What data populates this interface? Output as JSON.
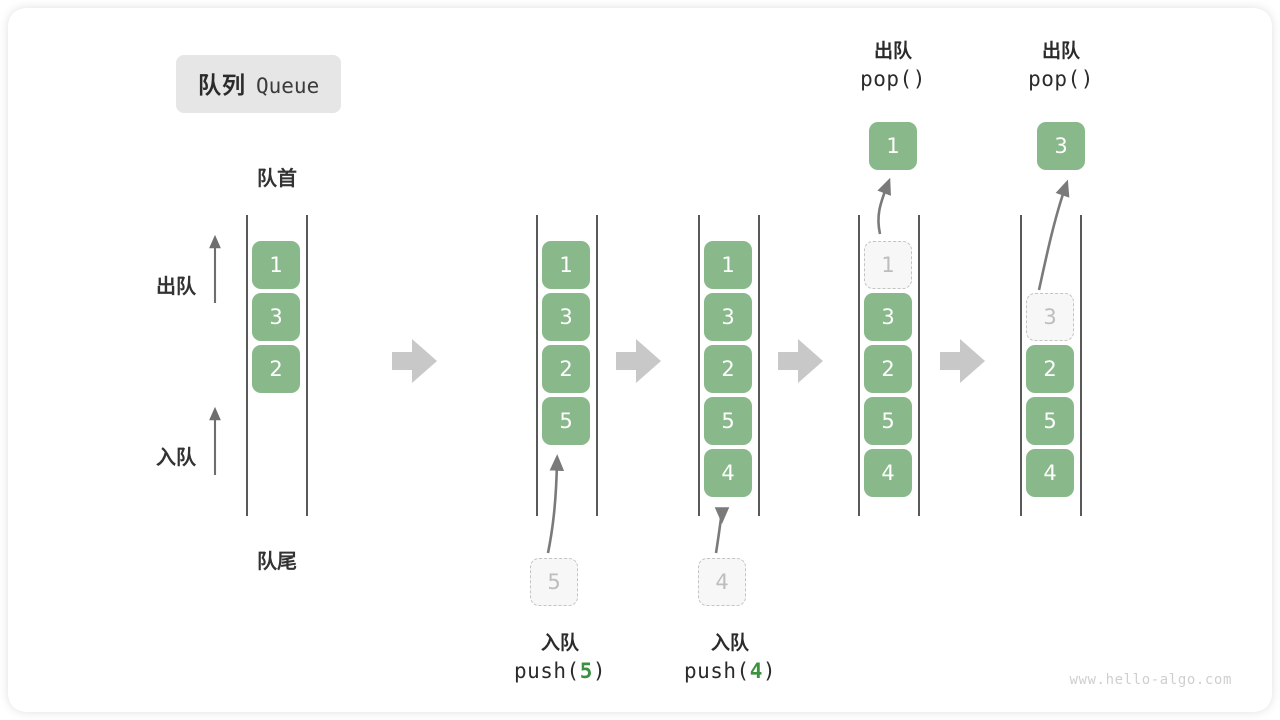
{
  "title": {
    "cn": "队列",
    "en": "Queue"
  },
  "labels": {
    "front": "队首",
    "rear": "队尾",
    "dequeue": "出队",
    "enqueue": "入队"
  },
  "colors": {
    "cell_fill": "#89b98b",
    "cell_text": "#ffffff",
    "ghost_fill": "#f7f7f7",
    "ghost_border": "#c4c4c4",
    "ghost_text": "#bdbdbd",
    "rail": "#595959",
    "step_arrow": "#c8c8c8",
    "accent_number": "#3f9142",
    "chip_bg": "#e6e6e6"
  },
  "stages": [
    {
      "name": "initial",
      "cells": [
        {
          "value": "1",
          "state": "filled"
        },
        {
          "value": "3",
          "state": "filled"
        },
        {
          "value": "2",
          "state": "filled"
        }
      ],
      "side_labels": {
        "top": "队首",
        "bottom": "队尾",
        "up_top": "出队",
        "up_bottom": "入队"
      }
    },
    {
      "name": "after-push-5",
      "cells": [
        {
          "value": "1",
          "state": "filled"
        },
        {
          "value": "3",
          "state": "filled"
        },
        {
          "value": "2",
          "state": "filled"
        },
        {
          "value": "5",
          "state": "filled"
        }
      ],
      "incoming": {
        "value": "5",
        "state": "ghost"
      },
      "caption": {
        "cn": "入队",
        "code_prefix": "push(",
        "code_num": "5",
        "code_suffix": ")"
      }
    },
    {
      "name": "after-push-4",
      "cells": [
        {
          "value": "1",
          "state": "filled"
        },
        {
          "value": "3",
          "state": "filled"
        },
        {
          "value": "2",
          "state": "filled"
        },
        {
          "value": "5",
          "state": "filled"
        },
        {
          "value": "4",
          "state": "filled"
        }
      ],
      "incoming": {
        "value": "4",
        "state": "ghost"
      },
      "caption": {
        "cn": "入队",
        "code_prefix": "push(",
        "code_num": "4",
        "code_suffix": ")"
      }
    },
    {
      "name": "after-pop-1",
      "cells": [
        {
          "value": "1",
          "state": "ghost"
        },
        {
          "value": "3",
          "state": "filled"
        },
        {
          "value": "2",
          "state": "filled"
        },
        {
          "value": "5",
          "state": "filled"
        },
        {
          "value": "4",
          "state": "filled"
        }
      ],
      "outgoing": {
        "value": "1",
        "state": "filled"
      },
      "caption": {
        "cn": "出队",
        "code_prefix": "pop(",
        "code_num": "",
        "code_suffix": ")"
      }
    },
    {
      "name": "after-pop-3",
      "cells": [
        {
          "value": "",
          "state": "empty"
        },
        {
          "value": "3",
          "state": "ghost"
        },
        {
          "value": "2",
          "state": "filled"
        },
        {
          "value": "5",
          "state": "filled"
        },
        {
          "value": "4",
          "state": "filled"
        }
      ],
      "outgoing": {
        "value": "3",
        "state": "filled"
      },
      "caption": {
        "cn": "出队",
        "code_prefix": "pop(",
        "code_num": "",
        "code_suffix": ")"
      }
    }
  ],
  "step_arrows": 4,
  "watermark": "www.hello-algo.com"
}
